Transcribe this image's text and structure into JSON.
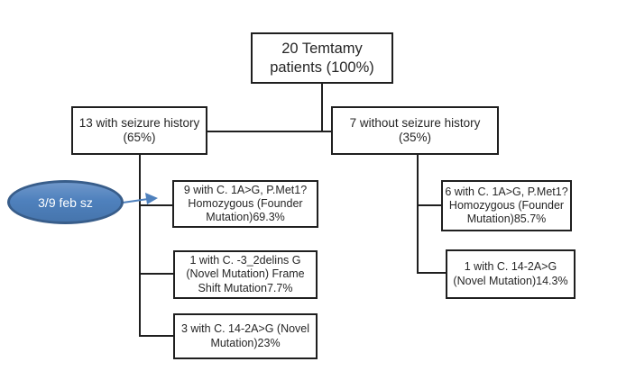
{
  "diagram": {
    "title_box": {
      "label": "20 Temtamy patients (100%)"
    },
    "branches": {
      "left": {
        "label": "13 with seizure history (65%)"
      },
      "right": {
        "label": "7 without seizure history (35%)"
      }
    },
    "left_children": [
      {
        "label": "9 with C. 1A>G, P.Met1? Homozygous (Founder Mutation)69.3%"
      },
      {
        "label": "1 with C. -3_2delins G (Novel Mutation) Frame Shift Mutation7.7%"
      },
      {
        "label": "3 with C. 14-2A>G (Novel Mutation)23%"
      }
    ],
    "right_children": [
      {
        "label": "6 with C. 1A>G, P.Met1? Homozygous (Founder Mutation)85.7%"
      },
      {
        "label": "1 with C. 14-2A>G (Novel Mutation)14.3%"
      }
    ],
    "callout": {
      "label": "3/9 feb sz"
    },
    "colors": {
      "box_border": "#1f1f1f",
      "connector": "#1f1f1f",
      "callout_fill": "#4f81bd",
      "callout_border": "#385d8a",
      "callout_text": "#ffffff",
      "arrow": "#4f81bd",
      "text": "#262626",
      "background": "#ffffff"
    }
  }
}
